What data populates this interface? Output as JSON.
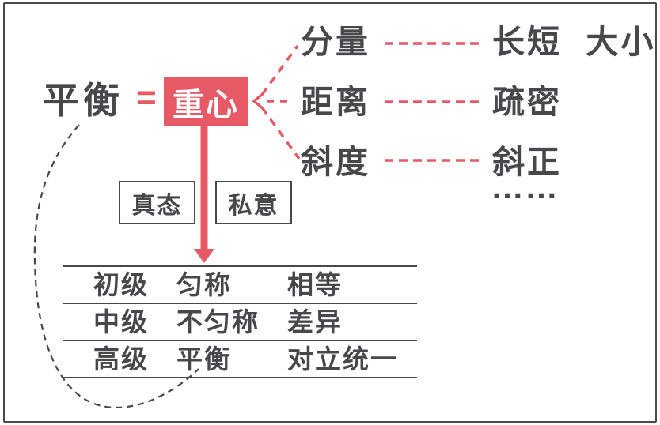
{
  "equation": {
    "left": "平衡",
    "equals": "=",
    "right": "重心"
  },
  "branches": {
    "items": [
      {
        "label": "分量",
        "value": "长短 大小"
      },
      {
        "label": "距离",
        "value": "疏密"
      },
      {
        "label": "斜度",
        "value": "斜正"
      }
    ],
    "ellipsis": "……"
  },
  "tags": {
    "left": "真态",
    "right": "私意"
  },
  "table": {
    "rows": [
      {
        "level": "初级",
        "state": "匀称",
        "relation": "相等"
      },
      {
        "level": "中级",
        "state": "不匀称",
        "relation": "差异"
      },
      {
        "level": "高级",
        "state": "平衡",
        "relation": "对立统一"
      }
    ]
  },
  "colors": {
    "accent": "#e75964",
    "text": "#48484c",
    "frame_border": "#4a4a4a"
  },
  "icons": {
    "left_arrowhead": "left-chevron-arrow",
    "down_arrowhead": "down-triangle-arrow"
  }
}
